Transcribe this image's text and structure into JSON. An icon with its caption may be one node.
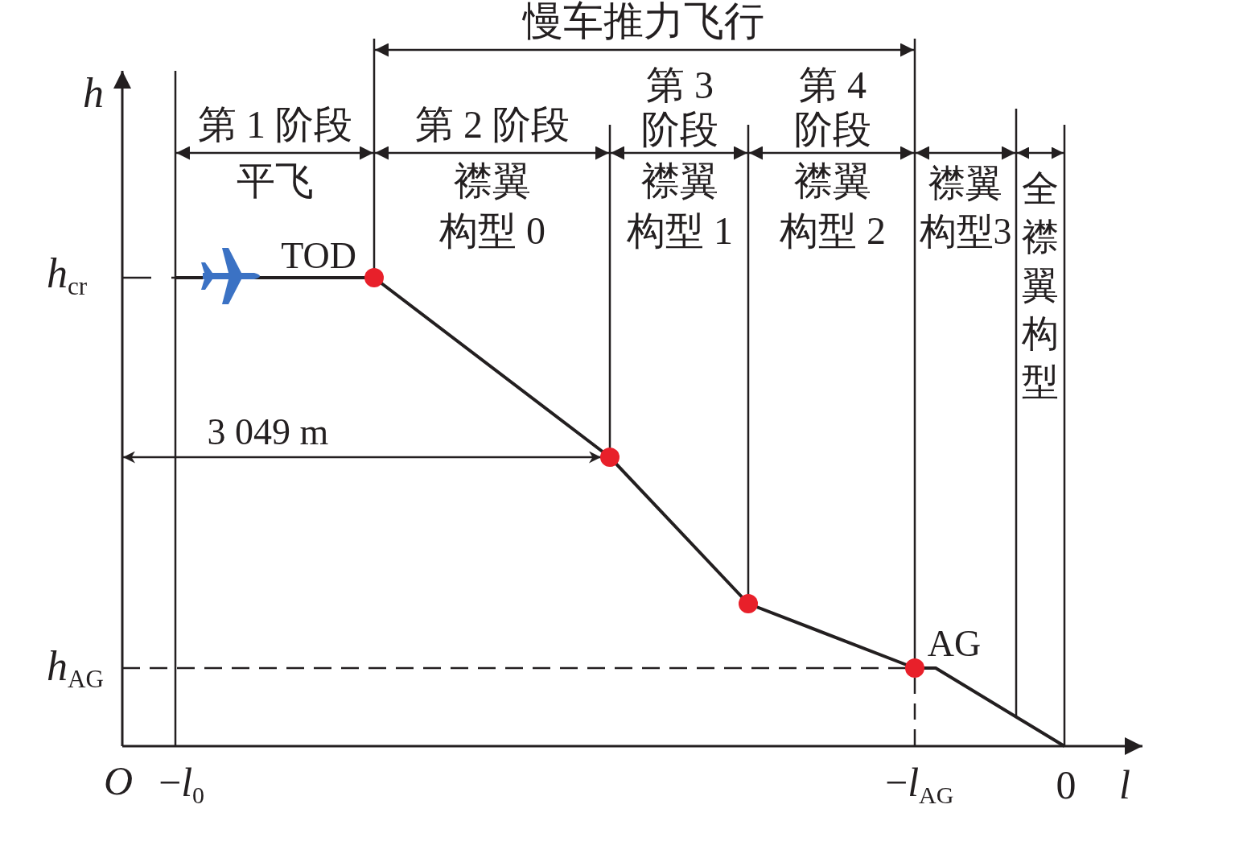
{
  "diagram": {
    "labels": [
      "慢车推力飞行",
      "h",
      "第 1 阶段",
      "第 2 阶段",
      "第 3 阶段",
      "第 4 阶段",
      "平飞",
      "襟翼构型 0",
      "襟翼构型 1",
      "襟翼构型 2",
      "襟翼构型3",
      "全襟翼构型",
      "*h*$_{cr}$",
      "TOD",
      "3 049 m",
      "AG",
      "*h*$_{AG}$",
      "O",
      "−*l*$_{0}$",
      "−*l*$_{AG}$",
      "0",
      "l"
    ]
  }
}
